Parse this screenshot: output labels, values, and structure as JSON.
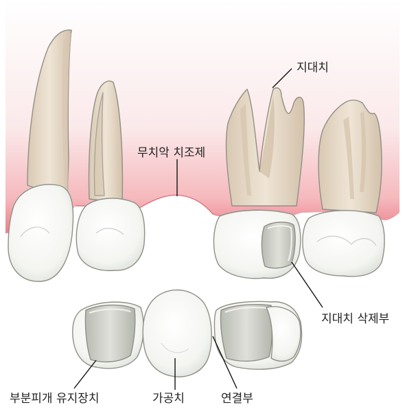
{
  "labels": {
    "abutment_top": "지대치",
    "edentulous_ridge": "무치악 치조제",
    "abutment_prep": "지대치 삭제부",
    "retainer": "부분피개 유지장치",
    "pontic": "가공치",
    "connector": "연결부"
  },
  "colors": {
    "gum_top": "#fbeeee",
    "gum_bottom": "#ee8b93",
    "root": "#e8dccb",
    "crown": "#ffffff",
    "metal": "#c9cbc3",
    "outline": "#8f8f86"
  }
}
